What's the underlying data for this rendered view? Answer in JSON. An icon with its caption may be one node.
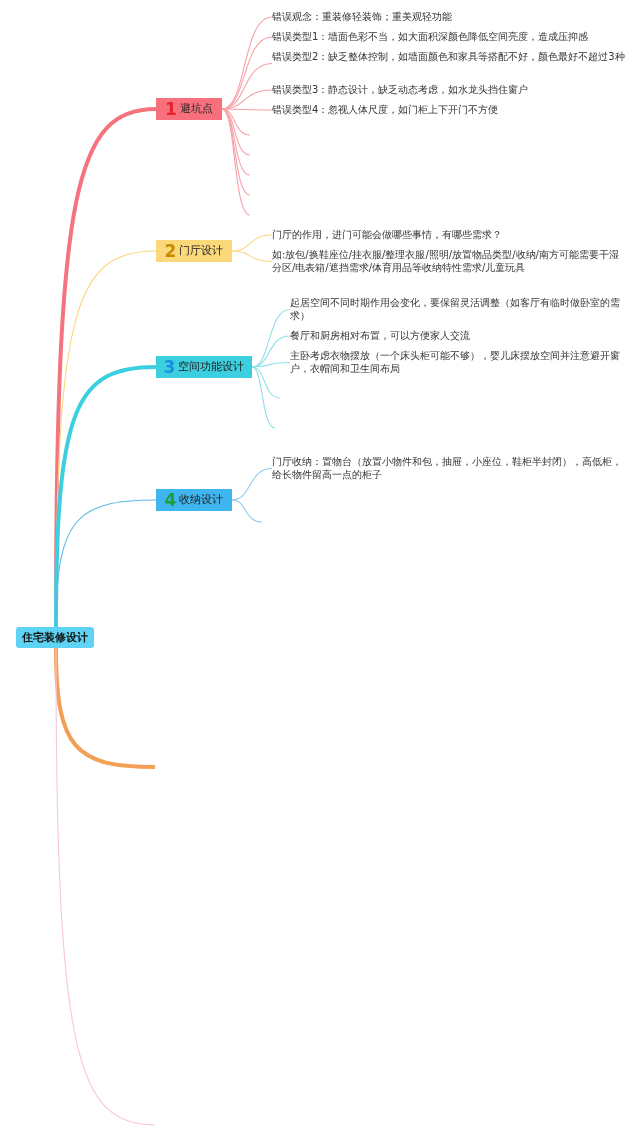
{
  "diagram": {
    "nodes": [
      {
        "text": [
          "住宅装修设计"
        ]
      },
      {
        "text": [
          "1",
          "避坑点"
        ]
      },
      {
        "text": [
          "错误观念：重装修轻装饰；重美观轻功能"
        ]
      },
      {
        "text": [
          "错误类型1：墙面色彩不当，如大面积深颜色降低空间亮度，造成压抑感"
        ]
      },
      {
        "text": [
          "错误类型2：缺乏整体控制，如墙面颜色和家具等搭配不好，颜色最好不超过3种"
        ]
      },
      {
        "text": [
          "错误类型3：静态设计，缺乏动态考虑，如水龙头挡住窗户"
        ]
      },
      {
        "text": [
          "错误类型4：忽视人体尺度，如门柜上下开门不方便"
        ]
      },
      {
        "text": [
          "2",
          "门厅设计"
        ]
      },
      {
        "text": [
          "门厅的作用，进门可能会做哪些事情，有哪些需求？"
        ]
      },
      {
        "text": [
          "如:放包/换鞋座位/挂衣服/整理衣服/照明/放置物品类型/收纳/南方可能需要干湿分区/电表箱/遮挡需求/体育用品等收纳特性需求/儿童玩具"
        ]
      },
      {
        "text": [
          "3",
          "空间功能设计"
        ]
      },
      {
        "text": [
          "起居空间不同时期作用会变化，要保留灵活调整（如客厅有临时做卧室的需求）"
        ]
      },
      {
        "text": [
          "餐厅和厨房相对布置，可以方便家人交流"
        ]
      },
      {
        "text": [
          "主卧考虑衣物摆放（一个床头柜可能不够），婴儿床摆放空间并注意避开窗户，衣帽间和卫生间布局"
        ]
      },
      {
        "text": [
          "4",
          "收纳设计"
        ]
      },
      {
        "text": [
          "门厅收纳：置物台（放置小物件和包，抽屉，小座位，鞋柜半封闭），高低柜，给长物件留高一点的柜子"
        ]
      }
    ],
    "edges": [
      {
        "from": 0,
        "to": 1,
        "arrow": "none",
        "style": "thick",
        "color": "#f4737e"
      },
      {
        "from": 1,
        "to": 2,
        "arrow": "none",
        "color": "#f7a1a8"
      },
      {
        "from": 1,
        "to": 3,
        "arrow": "none",
        "color": "#f7a1a8"
      },
      {
        "from": 1,
        "to": 4,
        "arrow": "none",
        "color": "#f7a1a8"
      },
      {
        "from": 1,
        "to": 5,
        "arrow": "none",
        "color": "#f7a1a8"
      },
      {
        "from": 1,
        "to": 6,
        "arrow": "none",
        "color": "#f7a1a8"
      },
      {
        "from": 1,
        "to": null,
        "arrow": "none",
        "color": "#f7a1a8"
      },
      {
        "from": 1,
        "to": null,
        "arrow": "none",
        "color": "#f7a1a8"
      },
      {
        "from": 1,
        "to": null,
        "arrow": "none",
        "color": "#f7a1a8"
      },
      {
        "from": 1,
        "to": null,
        "arrow": "none",
        "color": "#f7a1a8"
      },
      {
        "from": 1,
        "to": null,
        "arrow": "none",
        "color": "#f7a1a8"
      },
      {
        "from": 0,
        "to": 7,
        "arrow": "none",
        "color": "#f9d77e"
      },
      {
        "from": 7,
        "to": 8,
        "arrow": "none",
        "color": "#f9d77e"
      },
      {
        "from": 7,
        "to": 9,
        "arrow": "none",
        "color": "#f9d77e"
      },
      {
        "from": 0,
        "to": 10,
        "arrow": "none",
        "style": "thick",
        "color": "#3ccfe0"
      },
      {
        "from": 10,
        "to": 11,
        "arrow": "none",
        "color": "#8fdde8"
      },
      {
        "from": 10,
        "to": 12,
        "arrow": "none",
        "color": "#8fdde8"
      },
      {
        "from": 10,
        "to": 13,
        "arrow": "none",
        "color": "#8fdde8"
      },
      {
        "from": 10,
        "to": null,
        "arrow": "none",
        "color": "#8fdde8"
      },
      {
        "from": 10,
        "to": null,
        "arrow": "none",
        "color": "#8fdde8"
      },
      {
        "from": 0,
        "to": 14,
        "arrow": "none",
        "color": "#5bb8e8"
      },
      {
        "from": 14,
        "to": 15,
        "arrow": "none",
        "color": "#8fcdf0"
      },
      {
        "from": 14,
        "to": null,
        "arrow": "none",
        "color": "#8fcdf0"
      },
      {
        "from": 0,
        "to": null,
        "arrow": "none",
        "style": "thick",
        "color": "#f2a055"
      },
      {
        "from": 0,
        "to": null,
        "arrow": "none",
        "color": "#f7c6dc"
      }
    ]
  }
}
